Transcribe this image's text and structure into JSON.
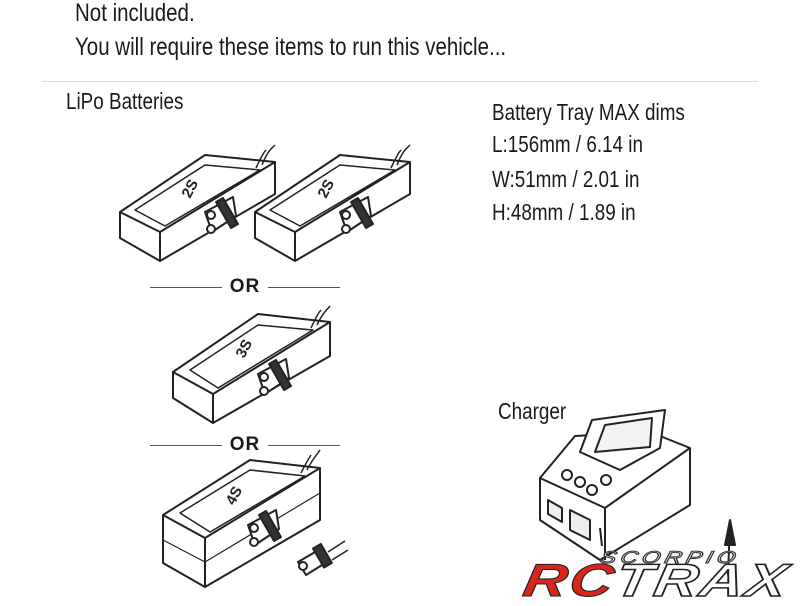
{
  "header": {
    "line1": "Not included.",
    "line2": "You will require these items to run this vehicle..."
  },
  "batteries": {
    "title": "LiPo Batteries",
    "pack_labels": [
      "2S",
      "2S",
      "3S",
      "4S"
    ],
    "or_label": "OR"
  },
  "tray": {
    "title": "Battery Tray MAX dims",
    "length": "L:156mm / 6.14 in",
    "width": "W:51mm / 2.01 in",
    "height": "H:48mm / 1.89 in"
  },
  "charger": {
    "title": "Charger"
  },
  "logo": {
    "rc": "RC",
    "trax": "TRAX",
    "sub": "SCORPIO"
  }
}
